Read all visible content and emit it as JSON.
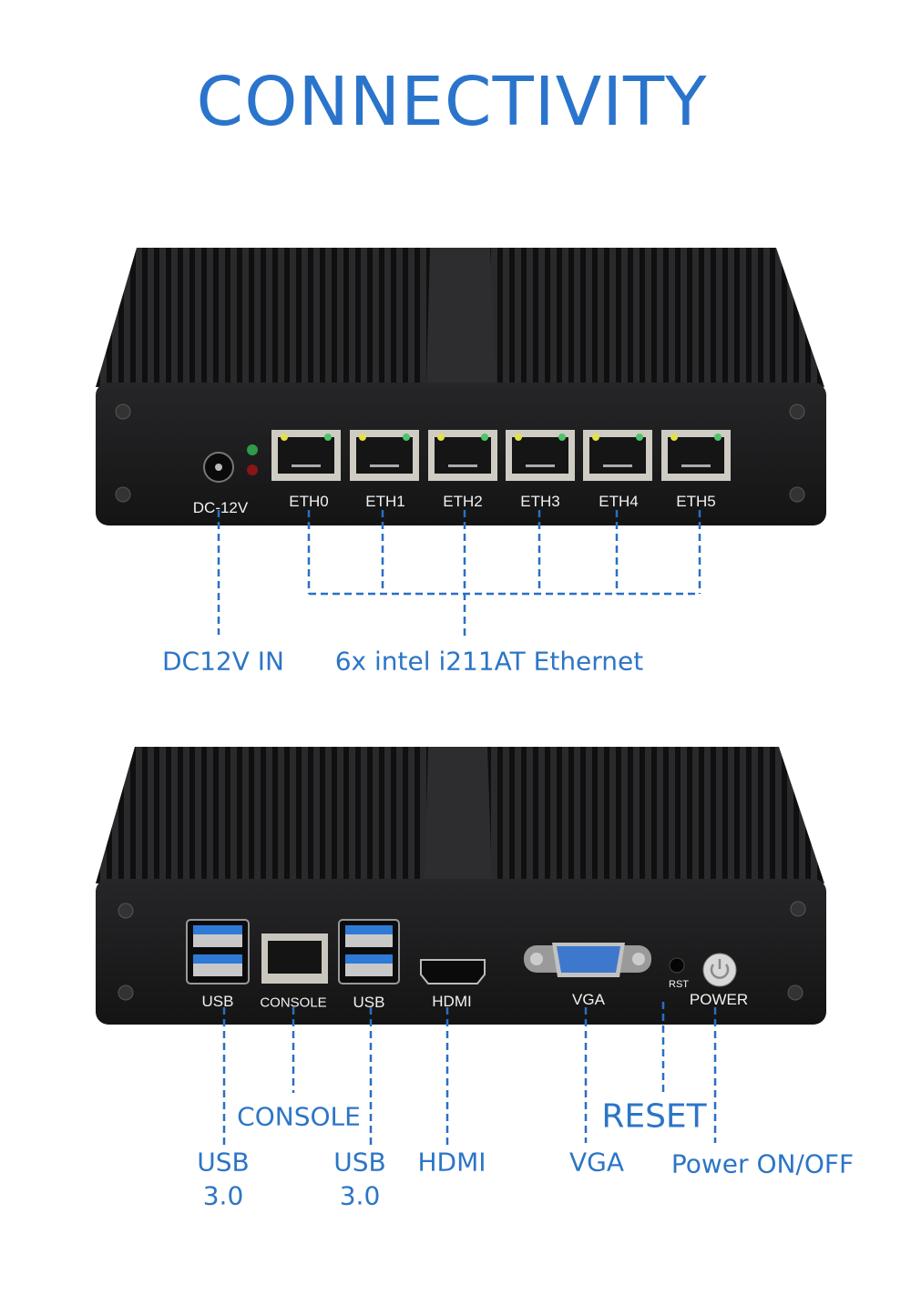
{
  "title": "CONNECTIVITY",
  "colors": {
    "accent": "#2a74cc",
    "chassis": "#1c1c1e"
  },
  "top_device": {
    "dc_label": "DC-12V",
    "ports": [
      "ETH0",
      "ETH1",
      "ETH2",
      "ETH3",
      "ETH4",
      "ETH5"
    ],
    "captions": {
      "dc": "DC12V IN",
      "ethernet": "6x intel i211AT Ethernet"
    }
  },
  "bottom_device": {
    "ports": {
      "usb1": "USB",
      "console": "CONSOLE",
      "usb2": "USB",
      "hdmi": "HDMI",
      "vga": "VGA",
      "rst": "RST",
      "power": "POWER"
    },
    "captions": {
      "console": "CONSOLE",
      "usb1_a": "USB",
      "usb1_b": "3.0",
      "usb2_a": "USB",
      "usb2_b": "3.0",
      "hdmi": "HDMI",
      "vga": "VGA",
      "reset": "RESET",
      "power": "Power ON/OFF"
    }
  }
}
